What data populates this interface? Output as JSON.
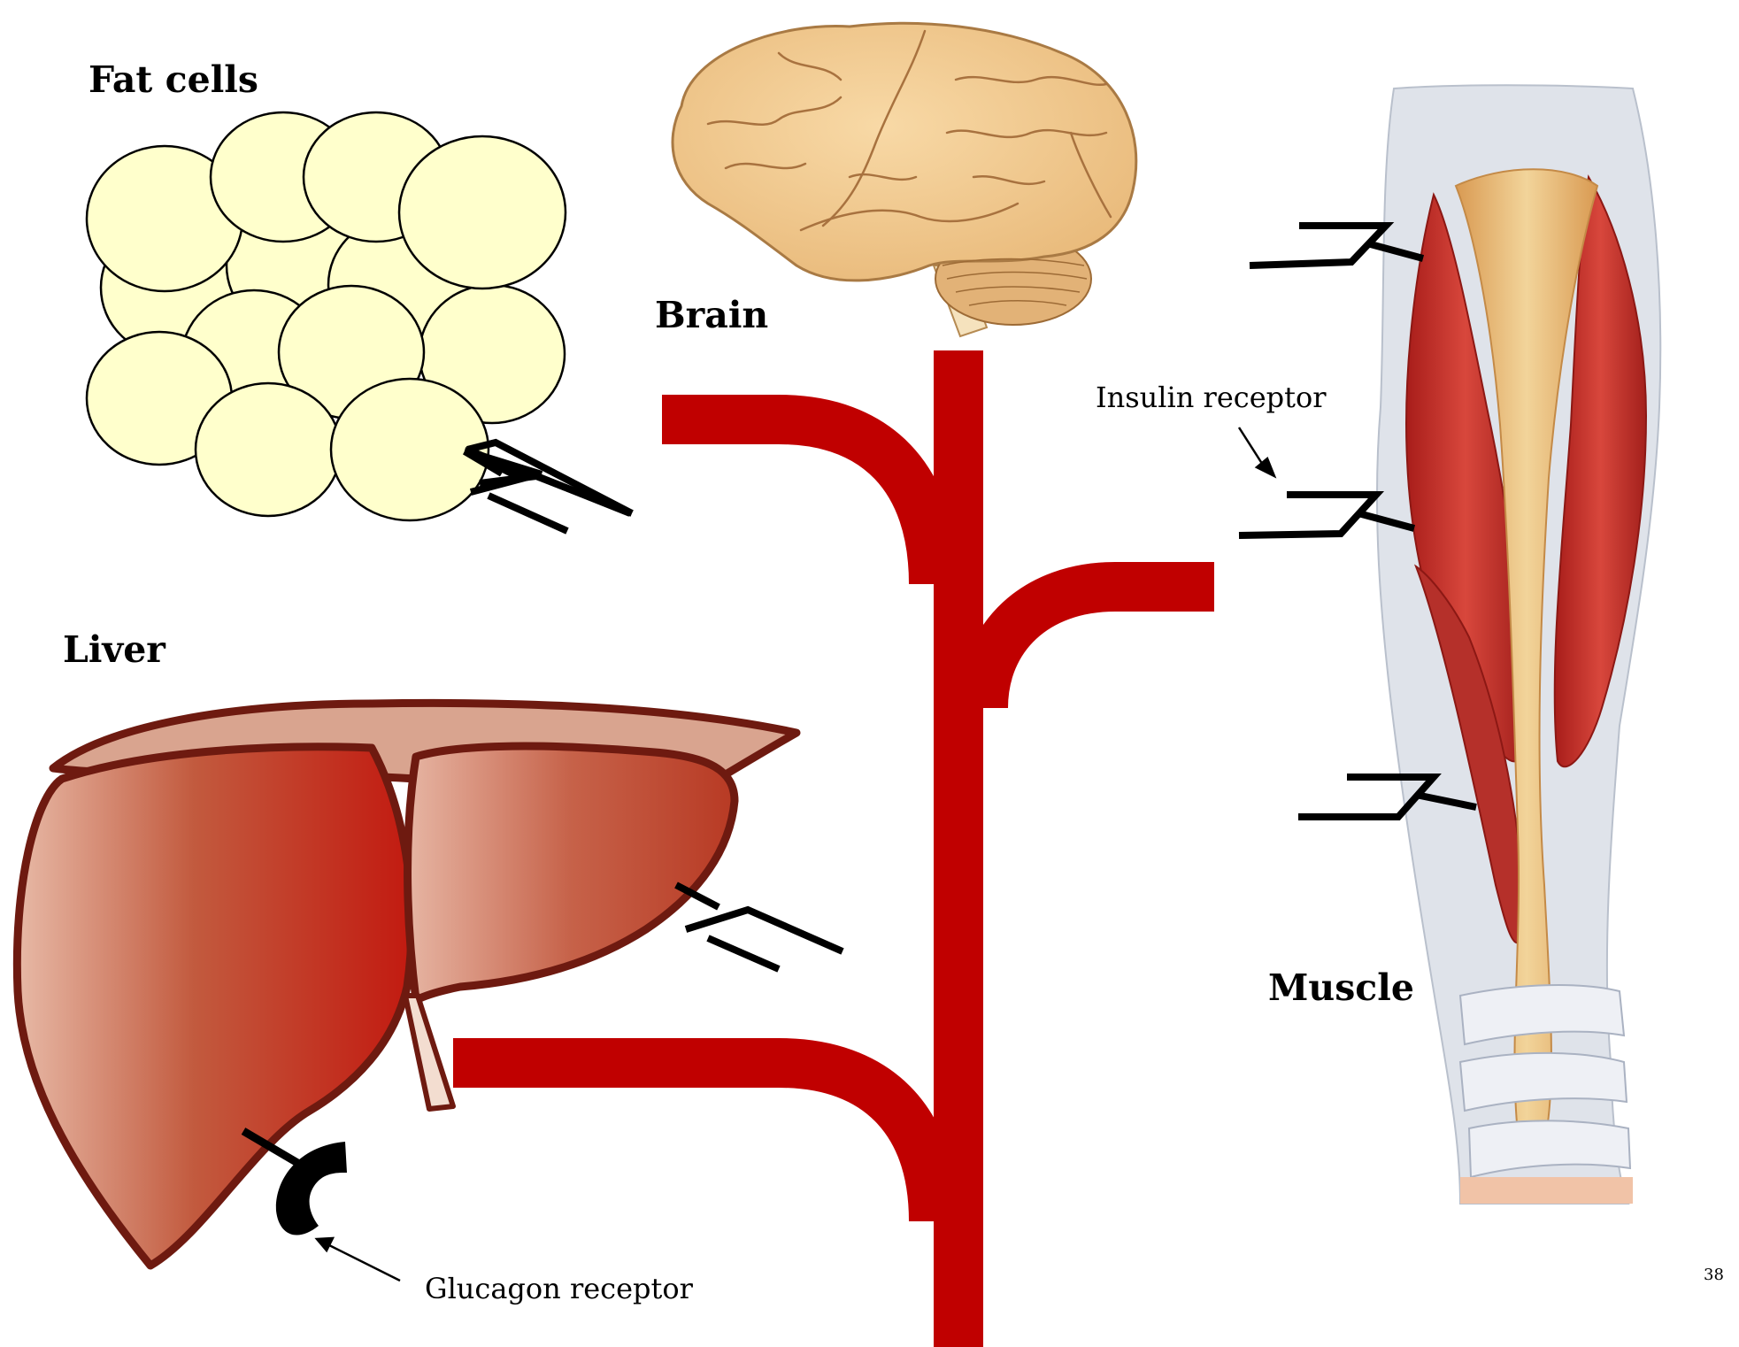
{
  "labels": {
    "fat_cells": "Fat cells",
    "brain": "Brain",
    "liver": "Liver",
    "muscle": "Muscle",
    "insulin_receptor": "Insulin receptor",
    "glucagon_receptor": "Glucagon receptor"
  },
  "page_number": "38",
  "colors": {
    "blood_vessel": "#c00000",
    "fat_cell_fill": "#ffffcc",
    "liver_dark": "#6e1a10",
    "liver_fill": "#c0482d",
    "muscle_red": "#c8302a",
    "tendon": "#e6b870",
    "brain_fill": "#f3c98e",
    "receptor": "#000000"
  }
}
